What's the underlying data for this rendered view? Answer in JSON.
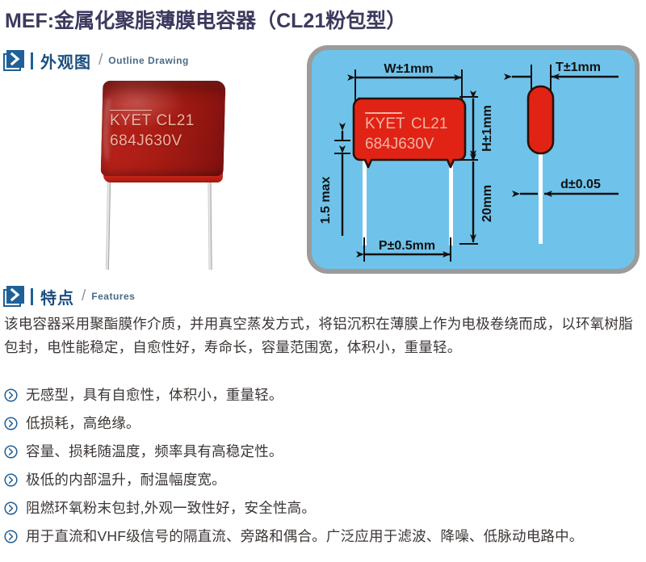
{
  "page": {
    "title": "MEF:金属化聚脂薄膜电容器（CL21粉包型）",
    "title_color": "#3b3a5e"
  },
  "sections": [
    {
      "icon": "chevron-right-square-icon",
      "cn": "外观图",
      "slash": "/",
      "en": "Outline Drawing"
    },
    {
      "icon": "chevron-right-square-icon",
      "cn": "特点",
      "slash": "/",
      "en": "Features"
    }
  ],
  "photo": {
    "brand": "KYET",
    "series": "CL21",
    "code": "684J630V",
    "body_color": "#a81b15",
    "text_color": "#e8b4a4"
  },
  "drawing": {
    "panel_bg": "#6fc3ea",
    "panel_border": "#9b9b9b",
    "cap_fill": "#e02315",
    "cap_stroke": "#2a1008",
    "lead_color": "#ffffff",
    "front_view": {
      "brand": "KYET",
      "series": "CL21",
      "code": "684J630V"
    },
    "labels": {
      "width": "W±1mm",
      "thickness": "T±1mm",
      "height": "H±1mm",
      "lead_length": "20mm",
      "seating": "1.5 max",
      "pitch": "P±0.5mm",
      "lead_dia": "d±0.05"
    }
  },
  "features": {
    "description": "该电容器采用聚酯膜作介质，并用真空蒸发方式，将铝沉积在薄膜上作为电极卷绕而成，以环氧树脂包封，电性能稳定，自愈性好，寿命长，容量范围宽，体积小，重量轻。",
    "bullet_icon": "chevron-right-circle-icon",
    "items": [
      "无感型，具有自愈性，体积小，重量轻。",
      "低损耗，高绝缘。",
      "容量、损耗随温度，频率具有高稳定性。",
      "极低的内部温升，耐温幅度宽。",
      "阻燃环氧粉末包封,外观一致性好，安全性高。",
      "用于直流和VHF级信号的隔直流、旁路和偶合。广泛应用于滤波、降噪、低脉动电路中。"
    ]
  }
}
